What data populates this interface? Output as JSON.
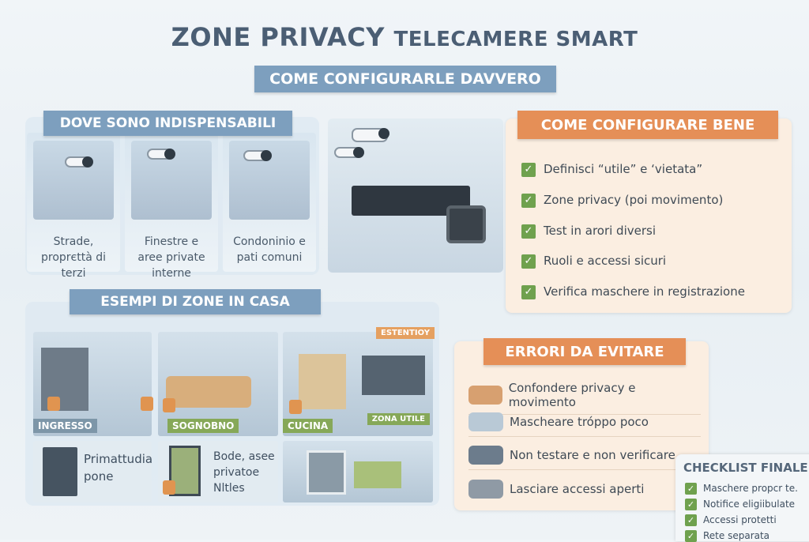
{
  "header": {
    "title_main": "ZONE PRIVACY",
    "title_secondary": "TELECAMERE SMART",
    "subtitle": "COME CONFIGURARLE DAVVERO"
  },
  "where": {
    "heading": "DOVE SONO INDISPENSABILI",
    "cards": [
      {
        "label": "Strade, proprєttà di terzi"
      },
      {
        "label": "Finestre e aree private interne"
      },
      {
        "label": "Condoninio e pati comuni"
      }
    ]
  },
  "configure": {
    "heading": "COME CONFIGURARE BENE",
    "items": [
      "Definisci “utile” e ‘vietata”",
      "Zone privacy (poi movimento)",
      "Test in arori diversi",
      "Ruoli e accessi sicuri",
      "Verifica maschere in registrazione"
    ]
  },
  "examples": {
    "heading": "ESEMPI DI ZONE IN CASA",
    "tags": {
      "ingresso": "INGRESSO",
      "soggiorno": "SOGNOBNO",
      "cucina": "CUCINA",
      "extension": "ESTENTIOY",
      "zona_utile": "ZONA UTILE"
    },
    "texts": {
      "first": "Primattudia pone",
      "second": "Bode, asee privatoe Nltles"
    }
  },
  "errors": {
    "heading": "ERRORI DA EVITARE",
    "items": [
      {
        "label": "Confondere privacy e movimento",
        "icon": "car-icon"
      },
      {
        "label": "Mascheare tróppo poco",
        "icon": "mask-icon"
      },
      {
        "label": "Non testare e non verificare",
        "icon": "lock-icon"
      },
      {
        "label": "Lasciare accessi aperti",
        "icon": "lock-icon"
      }
    ]
  },
  "checklist": {
    "heading": "CHECKLIST FINALE",
    "items": [
      "Maschere propcr te.",
      "Notifice eligiibulate",
      "Accessi protetti",
      "Rete separata"
    ]
  },
  "colors": {
    "blue_ribbon": "#7d9fbe",
    "orange_ribbon": "#e58f57",
    "check_green": "#6fa14e"
  }
}
